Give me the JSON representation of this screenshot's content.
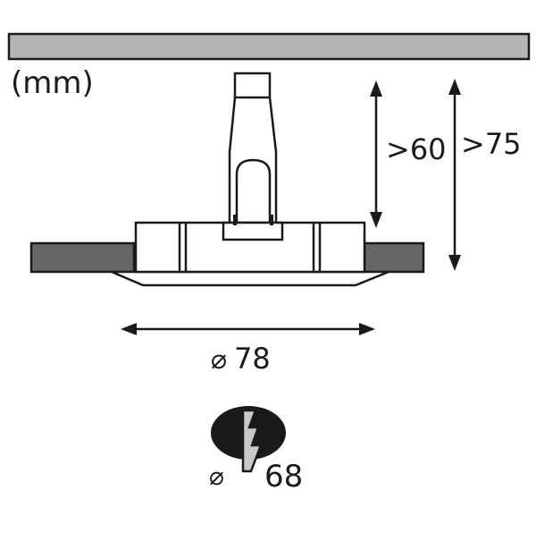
{
  "unit_label": "(mm)",
  "dimensions": {
    "depth_min": ">60",
    "total_min": ">75",
    "diameter": "78",
    "cutout_diameter": "68",
    "diameter_symbol": "⌀"
  },
  "colors": {
    "ceiling": "#b4b4b4",
    "ceiling_section": "#666666",
    "ink": "#1a1a1a",
    "cutout_tool": "#c8c8c8"
  }
}
